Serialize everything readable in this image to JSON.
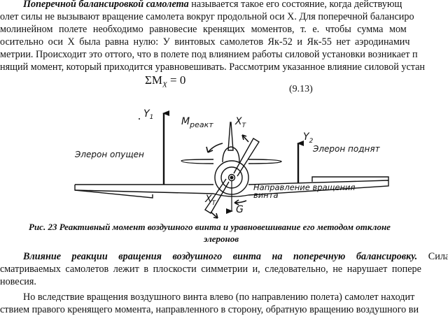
{
  "paragraph1": {
    "lead_bold": "Поперечной балансировкой самолета",
    "line1_rest": " называется такое его состояние, когда действующ",
    "line2": "олет силы не вызывают вращение самолета вокруг продольной оси X. Для поперечной балансиро",
    "line3": "молинейном полете необходимо равновесие кренящих моментов, т. е. чтобы сумма мом",
    "line4": "осительно оси X была равна нулю: У винтовых самолетов Як-52 и Як-55 нет аэродинамич",
    "line5": "метрии. Происходит это оттого, что в полете под влиянием работы силовой установки возникает п",
    "line6": "нящий момент, который приходится уравновешивать. Рассмотрим указанное влияние силовой устан"
  },
  "equation": {
    "sigma": "ΣM",
    "subscript": "X",
    "rhs": " = 0",
    "number": "(9.13)"
  },
  "figure": {
    "labels": {
      "y1": "Y",
      "y1_sub": "1",
      "m_react": "M",
      "m_react_sub": "реакт",
      "xt_top": "X",
      "xt_top_sub": "T",
      "y2": "Y",
      "y2_sub": "2",
      "aileron_down": "Элерон опущен",
      "aileron_up": "Элерон поднят",
      "rotation_dir_1": "Направление вращения",
      "rotation_dir_2": "винта",
      "xt_bottom": "X",
      "xt_bottom_sub": "T",
      "g": "G"
    },
    "caption_line1": "Рис. 23 Реактивный момент воздушного винта и уравновешивание его методом отклоне",
    "caption_line2": "элеронов"
  },
  "paragraph2": {
    "lead_bold": "Влияние реакции вращения воздушного винта на поперечную балансировку.",
    "line1_rest": " Сила",
    "line2": "сматриваемых самолетов лежит в плоскости симметрии и, следовательно, не нарушает попере",
    "line3": "новесия."
  },
  "paragraph3": {
    "line1": "Но вследствие вращения воздушного винта влево (по направлению полета) самолет находит",
    "line2": "ствием правого кренящего момента, направленного в сторону, обратную вращению воздушного ви"
  }
}
